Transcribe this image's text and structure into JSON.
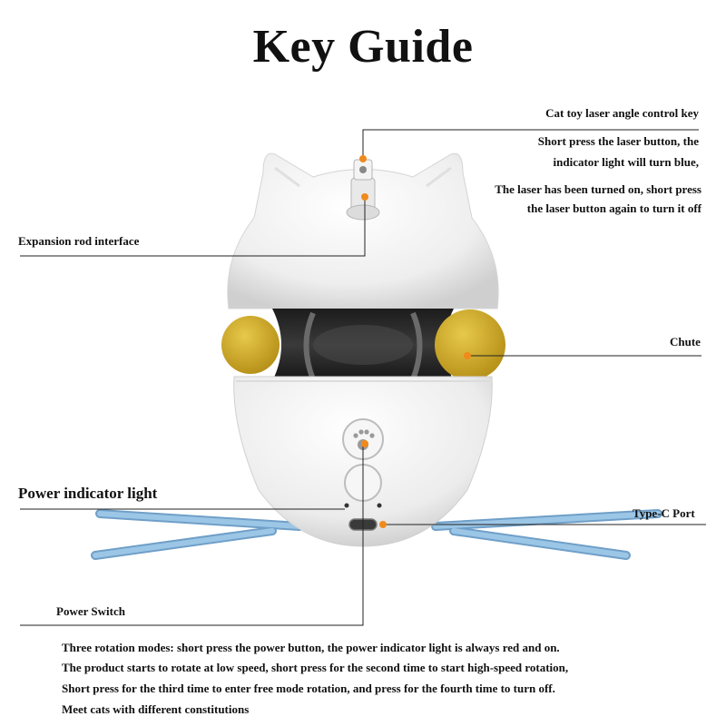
{
  "title": "Key Guide",
  "labels": {
    "laser_key": "Cat toy laser angle control key",
    "laser_desc": [
      "Short press the laser button, the",
      "indicator light will turn blue,",
      "The laser has been turned on, short press",
      "the laser button again to turn it off"
    ],
    "expansion": "Expansion rod interface",
    "chute": "Chute",
    "power_indicator": "Power indicator light",
    "type_c": "Type-C Port",
    "power_switch": "Power Switch"
  },
  "notes": [
    "Three rotation modes: short press the power button, the power indicator light is always red and on.",
    "The product starts to rotate at low speed, short press for the second time to start high-speed rotation,",
    "Short press for the third time to enter free mode rotation, and press for the fourth time to turn off.",
    "Meet cats with different constitutions"
  ],
  "colors": {
    "marker": "#f08a1c",
    "ball": "#d9b22c",
    "base_legs": "#8fbde0",
    "body": "#f2f2f2"
  },
  "icons": [
    "paw-icon"
  ]
}
